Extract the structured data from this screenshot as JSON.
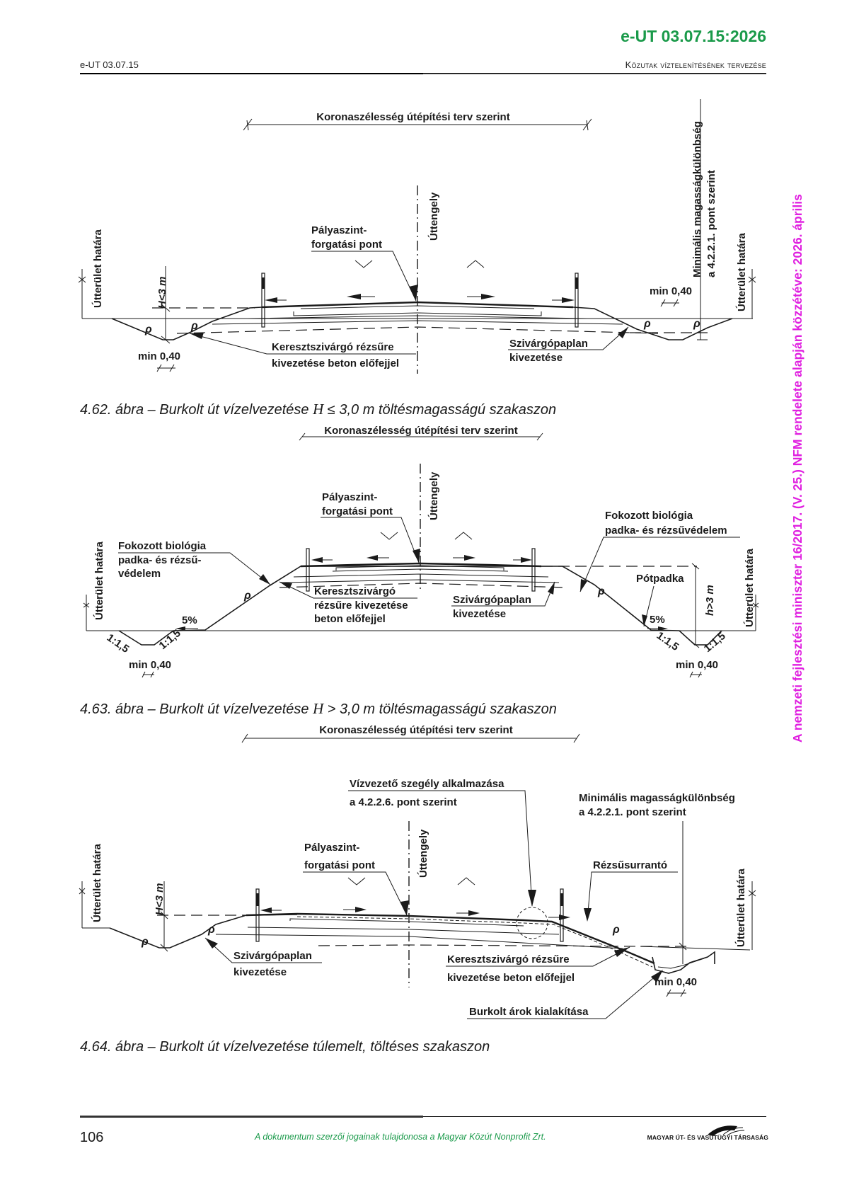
{
  "header": {
    "doc_code": "e-UT 03.07.15:2026",
    "left": "e-UT 03.07.15",
    "right_title": "Közutak víztelenítésének tervezése"
  },
  "watermark": "A nemzeti fejlesztési miniszter 16/2017. (V. 25.) NFM rendelete alapján közzétéve: 2026. április",
  "figures": [
    {
      "caption_prefix": "4.62. ábra – Burkolt út vízelvezetése ",
      "caption_symbol": "H",
      "caption_suffix": " ≤ 3,0 m töltésmagasságú szakaszon",
      "labels": {
        "crown_width": "Koronaszélesség útépítési terv szerint",
        "road_axis": "Úttengely",
        "boundary_left": "Útterület határa",
        "boundary_right": "Útterület határa",
        "pivot_line1": "Pályaszint-",
        "pivot_line2": "forgatási pont",
        "height_limit": "H<3 m",
        "min_width_left": "min 0,40",
        "min_width_right": "min 0,40",
        "cross_drain_line1": "Keresztszivárgó rézsűre",
        "cross_drain_line2": "kivezetése beton előfejjel",
        "drain_blanket_line1": "Szivárgópaplan",
        "drain_blanket_line2": "kivezetése",
        "min_height_line1": "Minimális magasságkülönbség",
        "min_height_line2": "a 4.2.2.1. pont szerint",
        "rho": "ρ"
      }
    },
    {
      "caption_prefix": "4.63. ábra – Burkolt út vízelvezetése ",
      "caption_symbol": "H",
      "caption_suffix": " > 3,0 m töltésmagasságú szakaszon",
      "labels": {
        "crown_width": "Koronaszélesség útépítési terv szerint",
        "road_axis": "Úttengely",
        "boundary_left": "Útterület határa",
        "boundary_right": "Útterület határa",
        "pivot_line1": "Pályaszint-",
        "pivot_line2": "forgatási pont",
        "bio_left_line1": "Fokozott biológia",
        "bio_left_line2": "padka- és rézsű-",
        "bio_left_line3": "védelem",
        "bio_right_line1": "Fokozott biológia",
        "bio_right_line2": "padka- és rézsűvédelem",
        "cross_drain_line1": "Keresztszivárgó",
        "cross_drain_line2": "rézsűre kivezetése",
        "cross_drain_line3": "beton előfejjel",
        "drain_blanket_line1": "Szivárgópaplan",
        "drain_blanket_line2": "kivezetése",
        "berm": "Pótpadka",
        "height_limit": "h>3 m",
        "slope_percent_left": "5%",
        "slope_percent_right": "5%",
        "slope_ratio": "1:1,5",
        "min_width_left": "min 0,40",
        "min_width_right": "min 0,40",
        "rho": "ρ"
      }
    },
    {
      "caption_prefix": "4.64. ábra – Burkolt út vízelvezetése túlemelt, töltéses szakaszon",
      "caption_symbol": "",
      "caption_suffix": "",
      "labels": {
        "crown_width": "Koronaszélesség útépítési terv szerint",
        "road_axis": "Úttengely",
        "boundary_left": "Útterület határa",
        "boundary_right": "Útterület határa",
        "curb_line1": "Vízvezető szegély alkalmazása",
        "curb_line2": "a 4.2.2.6. pont szerint",
        "min_height_line1": "Minimális magasságkülönbség",
        "min_height_line2": "a 4.2.2.1. pont szerint",
        "pivot_line1": "Pályaszint-",
        "pivot_line2": "forgatási pont",
        "chute": "Rézsűsurrantó",
        "height_limit": "H<3 m",
        "drain_blanket_line1": "Szivárgópaplan",
        "drain_blanket_line2": "kivezetése",
        "cross_drain_line1": "Keresztszivárgó rézsűre",
        "cross_drain_line2": "kivezetése beton előfejjel",
        "min_width": "min 0,40",
        "paved_ditch": "Burkolt árok kialakítása",
        "rho": "ρ"
      }
    }
  ],
  "footer": {
    "page_number": "106",
    "copyright": "A dokumentum szerzői jogainak tulajdonosa a Magyar Közút Nonprofit Zrt.",
    "logo_text": "MAGYAR ÚT- ÉS VASÚTÜGYI TÁRSASÁG"
  },
  "colors": {
    "doc_code": "#1a9a4a",
    "watermark": "#e020e0",
    "footer_note": "#1a9a4a"
  }
}
